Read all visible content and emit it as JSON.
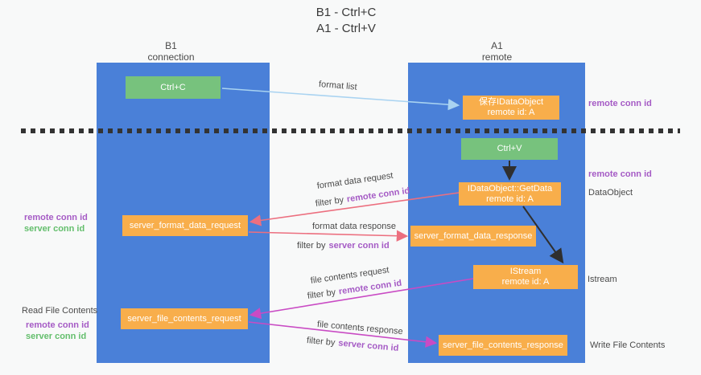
{
  "title": {
    "line1": "B1 - Ctrl+C",
    "line2": "A1 - Ctrl+V"
  },
  "lanes": {
    "left": {
      "name": "B1",
      "role": "connection"
    },
    "right": {
      "name": "A1",
      "role": "remote"
    }
  },
  "nodes": {
    "ctrl_c": {
      "label": "Ctrl+C"
    },
    "ctrl_v": {
      "label": "Ctrl+V"
    },
    "save_idataobject": {
      "line1": "保存IDataObject",
      "line2": "remote id: A"
    },
    "getdata": {
      "line1": "IDataObject::GetData",
      "line2": "remote id: A"
    },
    "istream": {
      "line1": "IStream",
      "line2": "remote id: A"
    },
    "server_format_data_request": {
      "label": "server_format_data_request"
    },
    "server_format_data_response": {
      "label": "server_format_data_response"
    },
    "server_file_contents_request": {
      "label": "server_file_contents_request"
    },
    "server_file_contents_response": {
      "label": "server_file_contents_response"
    }
  },
  "flows": {
    "format_list": {
      "label": "format list"
    },
    "format_data_request": {
      "label": "format data request",
      "filter_prefix": "filter by",
      "filter_key": "remote conn id"
    },
    "format_data_response": {
      "label": "format data response",
      "filter_prefix": "filter by",
      "filter_key": "server conn id"
    },
    "file_contents_request": {
      "label": "file contents request",
      "filter_prefix": "filter by",
      "filter_key": "remote conn id"
    },
    "file_contents_response": {
      "label": "file contents response",
      "filter_prefix": "filter by",
      "filter_key": "server conn id"
    }
  },
  "annotations": {
    "right_remote_conn_id_top": "remote conn id",
    "right_remote_conn_id_mid": "remote conn id",
    "dataobject": "DataObject",
    "istream": "Istream",
    "write_file_contents": "Write File Contents",
    "left_remote_conn_id_top": "remote conn id",
    "left_server_conn_id_top": "server conn id",
    "read_file_contents": "Read File Contents",
    "left_remote_conn_id_bottom": "remote conn id",
    "left_server_conn_id_bottom": "server conn id"
  },
  "colors": {
    "lane_blue": "#4A80D8",
    "node_orange": "#F8AE4B",
    "node_green": "#77C27D",
    "remote_conn_purple": "#A55BC5",
    "server_conn_green": "#63BE6C",
    "arrow_red": "#EC6F7F",
    "arrow_magenta": "#C94BC4",
    "arrow_lightblue": "#A9D3F1",
    "arrow_black": "#2F2F2F"
  }
}
